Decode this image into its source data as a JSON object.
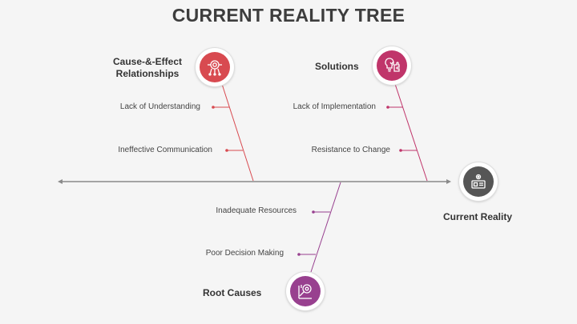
{
  "title": "CURRENT REALITY TREE",
  "colors": {
    "cause_effect": "#d84a50",
    "solutions": "#c0356a",
    "root_causes": "#98408f",
    "current_reality": "#565656",
    "spine": "#8a8a8a"
  },
  "branches": {
    "cause_effect": {
      "header_line1": "Cause-&-Effect",
      "header_line2": "Relationships",
      "icon": "target-network-icon",
      "items": [
        "Lack of Understanding",
        "Ineffective Communication"
      ]
    },
    "solutions": {
      "header": "Solutions",
      "icon": "lightbulb-puzzle-icon",
      "items": [
        "Lack of Implementation",
        "Resistance to Change"
      ]
    },
    "root_causes": {
      "header": "Root Causes",
      "icon": "magnifier-gear-icon",
      "items": [
        "Inadequate Resources",
        "Poor Decision Making"
      ]
    }
  },
  "head": {
    "label": "Current Reality",
    "icon": "gear-dashboard-icon"
  }
}
